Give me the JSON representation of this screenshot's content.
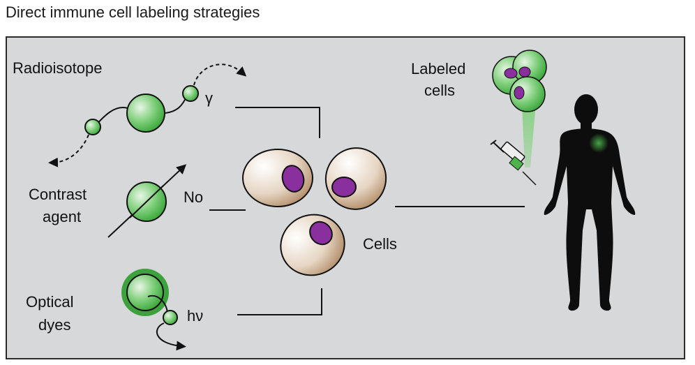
{
  "title": "Direct immune cell labeling strategies",
  "labels": {
    "radioisotope": "Radioisotope",
    "gamma": "γ",
    "contrast_line1": "Contrast",
    "contrast_line2": "agent",
    "no": "No",
    "optical_line1": "Optical",
    "optical_line2": "dyes",
    "hv": "hν",
    "cells": "Cells",
    "labeled_line1": "Labeled",
    "labeled_line2": "cells"
  },
  "colors": {
    "panel_bg": "#d6d8da",
    "label_green": "#4cb54a",
    "cell_tan": "#c9a98a",
    "nucleus_purple": "#8a2f9e",
    "silhouette": "#0d0d0d"
  }
}
